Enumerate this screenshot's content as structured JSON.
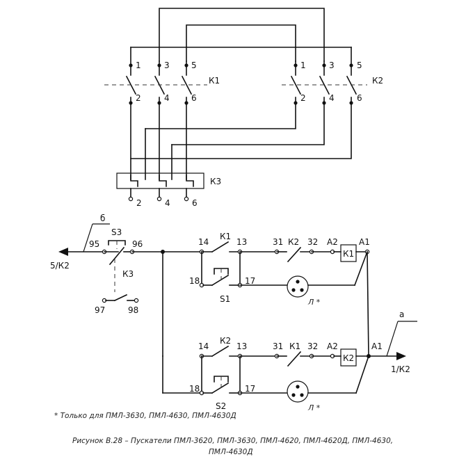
{
  "labels": {
    "k1": "К1",
    "k2": "К2",
    "k3": "К3",
    "s1": "S1",
    "s2": "S2",
    "s3": "S3",
    "a1": "А1",
    "a2": "А2",
    "lamp": "Л *",
    "n1": "1",
    "n2": "2",
    "n3": "3",
    "n4": "4",
    "n5": "5",
    "n6": "6",
    "n13": "13",
    "n14": "14",
    "n17": "17",
    "n18": "18",
    "n31": "31",
    "n32": "32",
    "n95": "95",
    "n96": "96",
    "n97": "97",
    "n98": "98",
    "arrow_left": "5/К2",
    "arrow_right": "1/К2",
    "mark_b": "б",
    "mark_a": "а"
  },
  "footnote": "* Только для ПМЛ-3630, ПМЛ-4630, ПМЛ-4630Д",
  "caption_line1": "Рисунок В.28 – Пускатели ПМЛ-3620, ПМЛ-3630, ПМЛ-4620, ПМЛ-4620Д, ПМЛ-4630,",
  "caption_line2": "ПМЛ-4630Д"
}
